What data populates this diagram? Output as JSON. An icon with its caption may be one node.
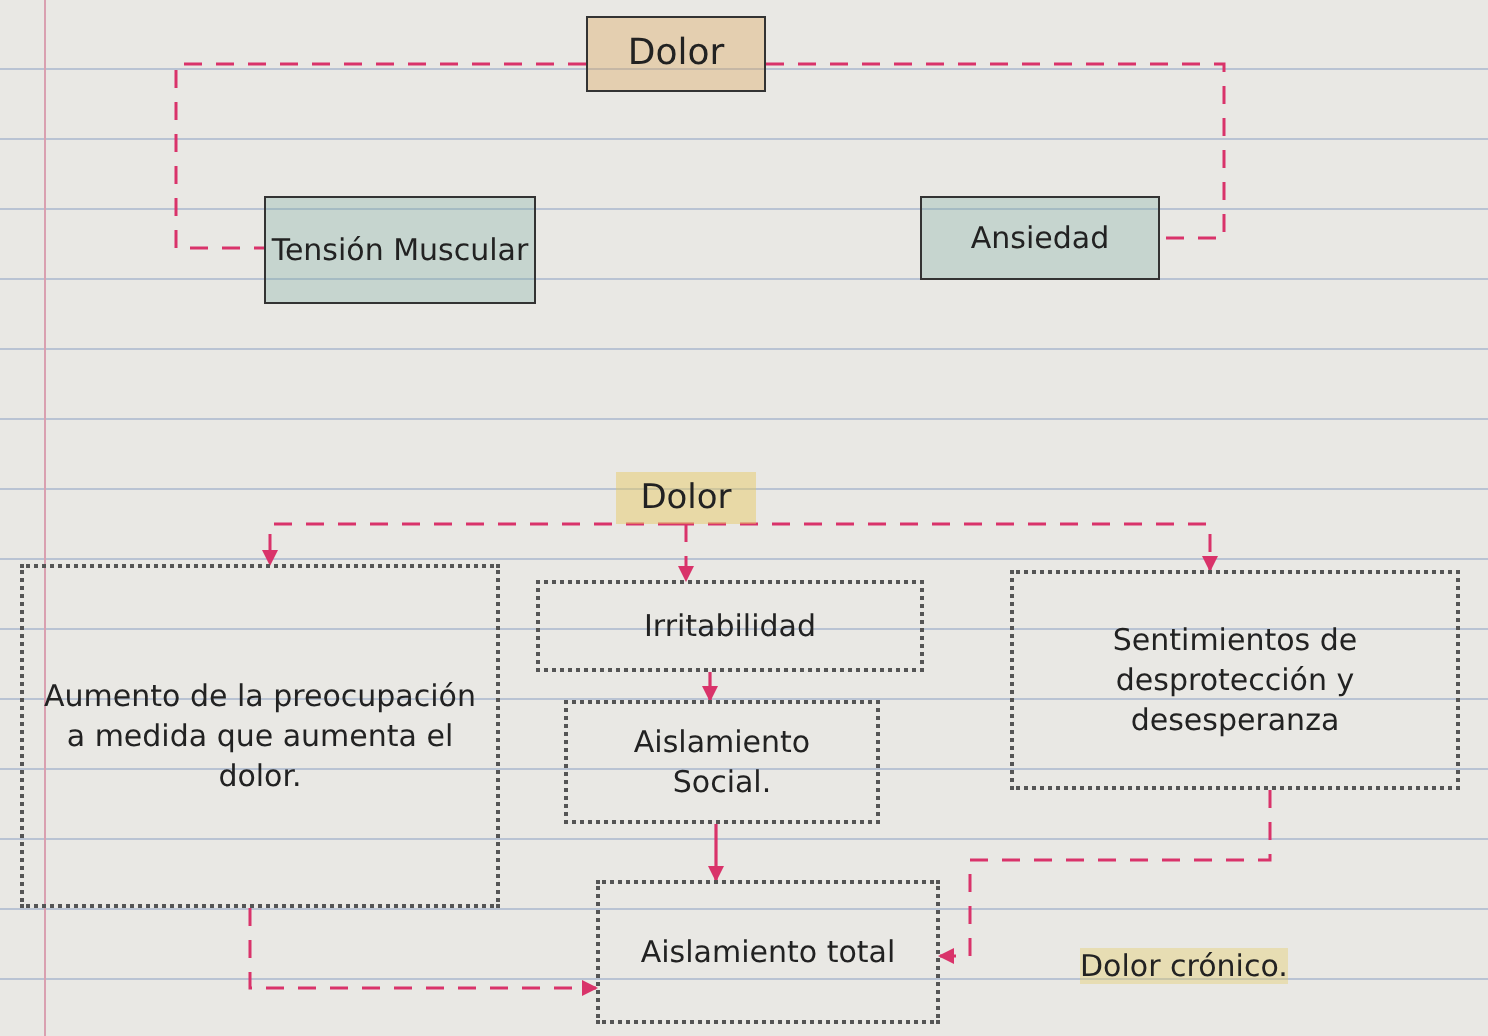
{
  "diagram": {
    "nodes": [
      {
        "text": [
          "Dolor"
        ]
      },
      {
        "text": [
          "Tensión Muscular"
        ]
      },
      {
        "text": [
          "Ansiedad"
        ]
      },
      {
        "text": [
          "Dolor"
        ]
      },
      {
        "text": [
          "Aumento de la preocupación a medida que aumenta el dolor."
        ]
      },
      {
        "text": [
          "Irritabilidad"
        ]
      },
      {
        "text": [
          "Aislamiento Social."
        ]
      },
      {
        "text": [
          "Aislamiento total"
        ]
      },
      {
        "text": [
          "Sentimientos de desprotección y desesperanza"
        ]
      }
    ],
    "edges": [
      {
        "from": 0,
        "to": 1,
        "arrow": "none",
        "style": "dashed"
      },
      {
        "from": 0,
        "to": 2,
        "arrow": "none",
        "style": "dashed"
      },
      {
        "from": 3,
        "to": 4,
        "arrow": "to",
        "style": "dashed"
      },
      {
        "from": 3,
        "to": 5,
        "arrow": "to",
        "style": "dashed"
      },
      {
        "from": 3,
        "to": 8,
        "arrow": "to",
        "style": "dashed"
      },
      {
        "from": 5,
        "to": 6,
        "arrow": "to"
      },
      {
        "from": 6,
        "to": 7,
        "arrow": "to"
      },
      {
        "from": 4,
        "to": 7,
        "arrow": "to",
        "style": "dashed"
      },
      {
        "from": 8,
        "to": 7,
        "arrow": "to",
        "style": "dashed"
      }
    ],
    "labels": [
      "Dolor crónico."
    ]
  }
}
